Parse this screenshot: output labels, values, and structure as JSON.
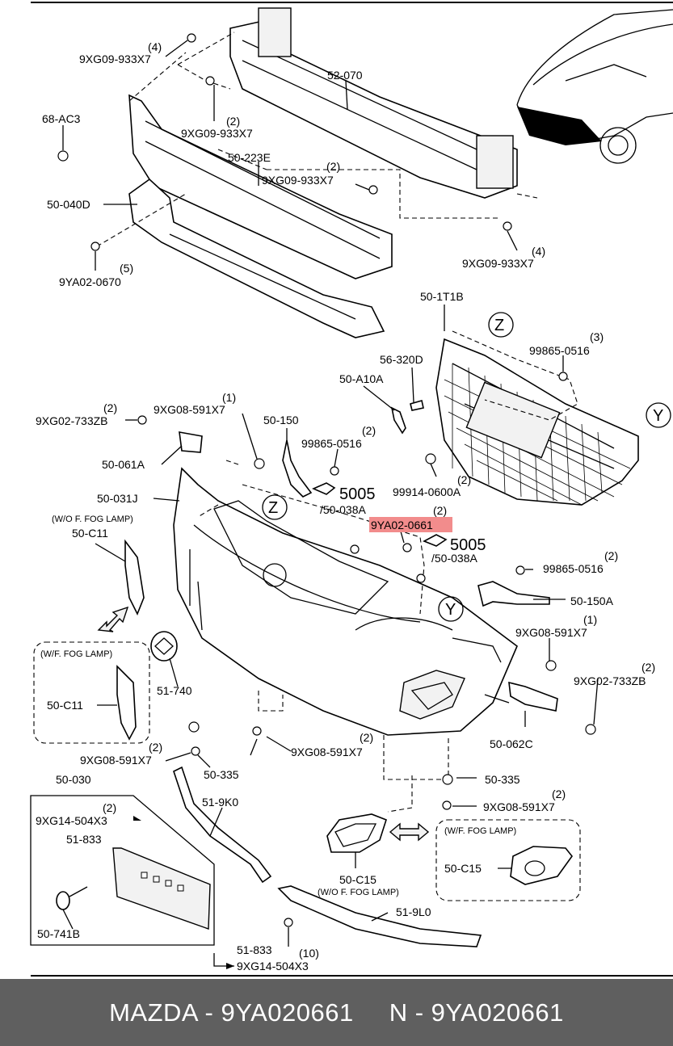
{
  "footer": {
    "left": "MAZDA - 9YA020661",
    "right": "N - 9YA020661"
  },
  "highlight_color": "#f28c8c",
  "labels": {
    "l01": "(4)",
    "l02": "9XG09-933X7",
    "l03": "52-070",
    "l04": "68-AC3",
    "l05": "(2)",
    "l06": "9XG09-933X7",
    "l07": "50-223E",
    "l08": "(2)",
    "l09": "9XG09-933X7",
    "l10": "50-040D",
    "l11": "(4)",
    "l12": "9XG09-933X7",
    "l13": "(5)",
    "l14": "9YA02-0670",
    "l15": "50-1T1B",
    "l16": "Z",
    "l17": "(3)",
    "l18": "99865-0516",
    "l19": "56-320D",
    "l20": "50-A10A",
    "l21": "Y",
    "l22": "(2)",
    "l23": "9XG02-733ZB",
    "l24": "(1)",
    "l25": "9XG08-591X7",
    "l26": "50-150",
    "l27": "(2)",
    "l28": "99865-0516",
    "l29": "50-061A",
    "l30": "50-031J",
    "l31": "5005",
    "l32": "/50-038A",
    "l33": "(2)",
    "l34": "99914-0600A",
    "l35": "Z",
    "l36": "(W/O F. FOG LAMP)",
    "l37": "50-C11",
    "l38": "(2)",
    "l39": "9YA02-0661",
    "l40": "5005",
    "l41": "/50-038A",
    "l42": "(2)",
    "l43": "99865-0516",
    "l44": "50-150A",
    "l45": "Y",
    "l46": "(1)",
    "l47": "9XG08-591X7",
    "l48": "(W/F. FOG LAMP)",
    "l49": "50-C11",
    "l50": "51-740",
    "l51": "(2)",
    "l52": "9XG02-733ZB",
    "l53": "50-062C",
    "l54": "(2)",
    "l55": "9XG08-591X7",
    "l56": "50-335",
    "l57": "(2)",
    "l58": "9XG08-591X7",
    "l59": "50-030",
    "l60": "51-9K0",
    "l61": "50-335",
    "l62": "(2)",
    "l63": "9XG14-504X3",
    "l64": "51-833",
    "l65": "(2)",
    "l66": "9XG08-591X7",
    "l67": "(W/F. FOG LAMP)",
    "l68": "50-C15",
    "l69": "50-C15",
    "l70": "(W/O F. FOG LAMP)",
    "l71": "50-741B",
    "l72": "51-9L0",
    "l73": "51-833",
    "l74": "(10)",
    "l75": "9XG14-504X3"
  }
}
